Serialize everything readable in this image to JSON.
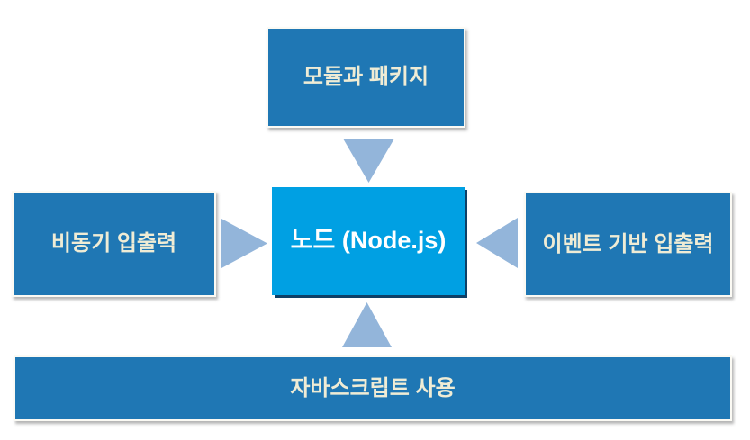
{
  "diagram": {
    "nodes": {
      "top": {
        "label": "모듈과 패키지"
      },
      "left": {
        "label": "비동기 입출력"
      },
      "center": {
        "label": "노드 (Node.js)"
      },
      "right": {
        "label": "이벤트 기반 입출력"
      },
      "bottom": {
        "label": "자바스크립트 사용"
      }
    },
    "arrows": [
      {
        "from": "top",
        "to": "center",
        "direction": "down",
        "icon": "arrow-down-icon"
      },
      {
        "from": "left",
        "to": "center",
        "direction": "right",
        "icon": "arrow-right-icon"
      },
      {
        "from": "right",
        "to": "center",
        "direction": "left",
        "icon": "arrow-left-icon"
      },
      {
        "from": "bottom",
        "to": "center",
        "direction": "up",
        "icon": "arrow-up-icon"
      }
    ],
    "colors": {
      "background": "#FFFFFF",
      "outer_box_fill": "#1F77B4",
      "outer_box_border": "#FBFAF4",
      "outer_box_text": "#EFECD5",
      "center_box_fill": "#00A0E3",
      "center_box_shadow": "#0E4067",
      "center_box_text": "#FFFFFF",
      "arrow_fill": "#93B5DA"
    }
  }
}
